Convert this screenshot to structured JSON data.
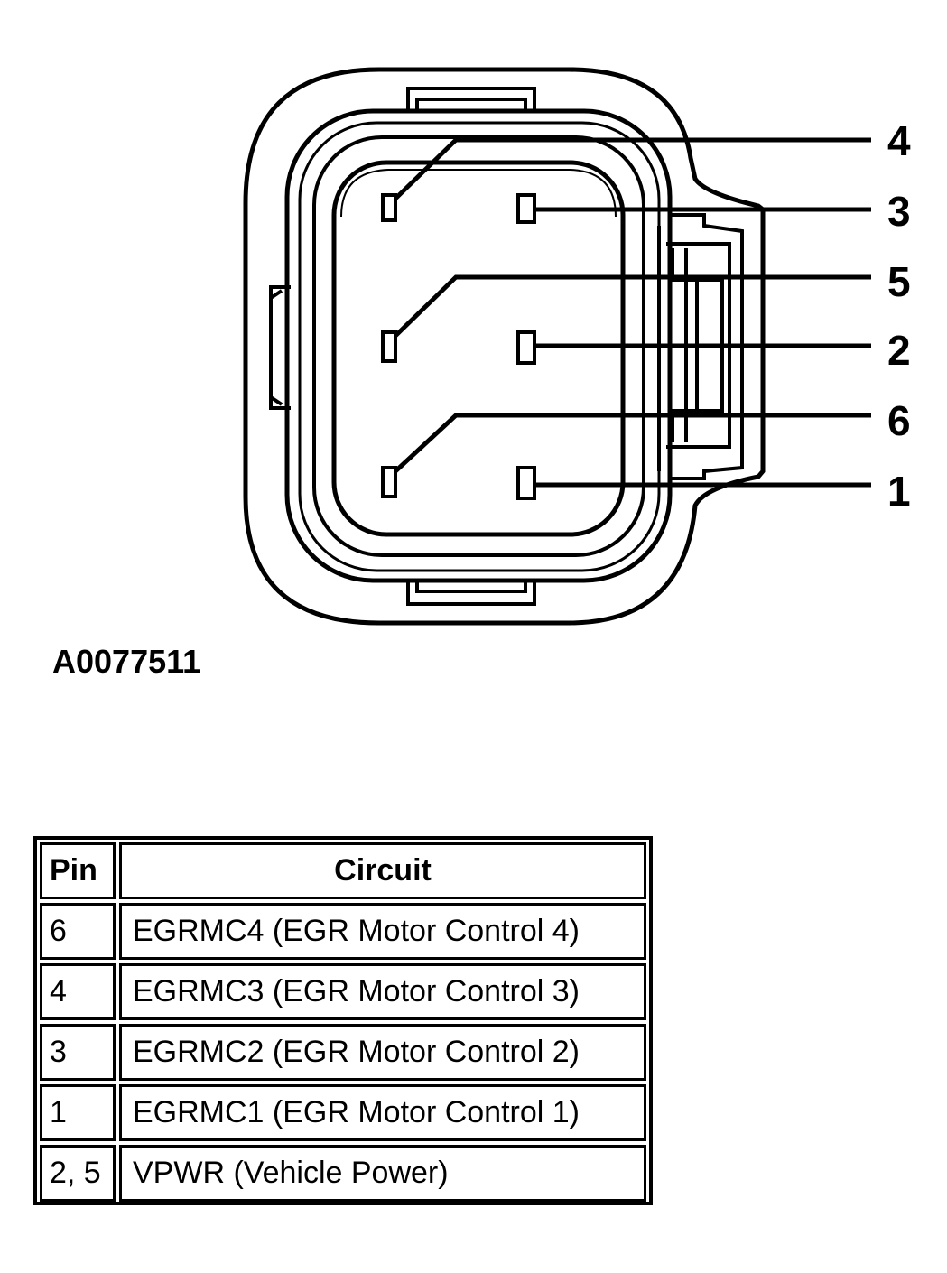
{
  "connector": {
    "pin_callouts": [
      "4",
      "3",
      "5",
      "2",
      "6",
      "1"
    ]
  },
  "figure_id": "A0077511",
  "table": {
    "headers": {
      "pin": "Pin",
      "circuit": "Circuit"
    },
    "rows": [
      {
        "pin": "6",
        "circuit": "EGRMC4 (EGR Motor Control 4)"
      },
      {
        "pin": "4",
        "circuit": "EGRMC3 (EGR Motor Control 3)"
      },
      {
        "pin": "3",
        "circuit": "EGRMC2 (EGR Motor Control 2)"
      },
      {
        "pin": "1",
        "circuit": "EGRMC1 (EGR Motor Control 1)"
      },
      {
        "pin": "2, 5",
        "circuit": "VPWR (Vehicle Power)"
      }
    ]
  }
}
